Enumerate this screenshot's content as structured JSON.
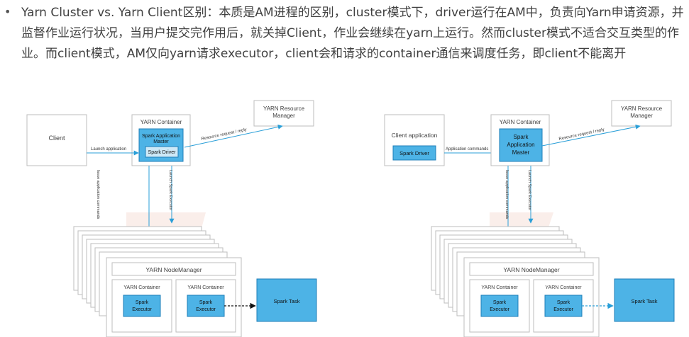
{
  "paragraph": {
    "bullet": "•",
    "text": "Yarn Cluster vs. Yarn Client区别：本质是AM进程的区别，cluster模式下，driver运行在AM中，负责向Yarn申请资源，并监督作业运行状况，当用户提交完作用后，就关掉Client，作业会继续在yarn上运行。然而cluster模式不适合交互类型的作业。而client模式，AM仅向yarn请求executor，client会和请求的container通信来调度任务，即client不能离开"
  },
  "cluster_diagram": {
    "client": "Client",
    "yarn_container": "YARN Container",
    "am_line1": "Spark Application",
    "am_line2": "Master",
    "spark_driver": "Spark Driver",
    "launch_application": "Launch application",
    "resource_manager_line1": "YARN Resource",
    "resource_manager_line2": "Manager",
    "resource_request": "Resource request / reply",
    "issue_commands": "Issue application commands",
    "launch_executor": "Launch Spark Executor",
    "node_manager": "YARN NodeManager",
    "container_left": "YARN Container",
    "container_right": "YARN Container",
    "executor_line1": "Spark",
    "executor_line2": "Executor",
    "spark_task": "Spark Task"
  },
  "client_diagram": {
    "client_application": "Client application",
    "spark_driver": "Spark Driver",
    "application_commands": "Application commands",
    "yarn_container": "YARN Container",
    "am_line1": "Spark",
    "am_line2": "Application",
    "am_line3": "Master",
    "resource_manager_line1": "YARN Resource",
    "resource_manager_line2": "Manager",
    "resource_request": "Resource request / reply",
    "issue_commands": "Issue application commands",
    "launch_executor": "Launch Spark Executor",
    "node_manager": "YARN NodeManager",
    "container_left": "YARN Container",
    "container_right": "YARN Container",
    "executor_line1": "Spark",
    "executor_line2": "Executor",
    "spark_task": "Spark Task"
  },
  "colors": {
    "blue_fill": "#4db3e6",
    "blue_border": "#1f7fb8",
    "arrow_blue": "#2a9fd8",
    "box_border": "#b8b8b8",
    "text": "#404040"
  }
}
